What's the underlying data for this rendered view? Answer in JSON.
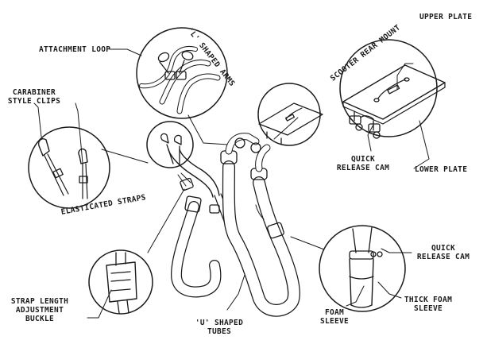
{
  "labels": {
    "attachment_loop": "ATTACHMENT LOOP",
    "l_shaped_arms": "'L' SHAPED ARMS",
    "scooter_rear_mount": "SCOOTER REAR MOUNT",
    "upper_plate": "UPPER PLATE",
    "carabiner_line1": "CARABINER",
    "carabiner_line2": "STYLE CLIPS",
    "elasticated_straps": "ELASTICATED STRAPS",
    "quick_release_cam_top_line1": "QUICK",
    "quick_release_cam_top_line2": "RELEASE CAM",
    "lower_plate": "LOWER PLATE",
    "quick_release_cam_side_line1": "QUICK",
    "quick_release_cam_side_line2": "RELEASE CAM",
    "strap_buckle_line1": "STRAP LENGTH",
    "strap_buckle_line2": "ADJUSTMENT",
    "strap_buckle_line3": "BUCKLE",
    "u_tubes_line1": "'U' SHAPED",
    "u_tubes_line2": "TUBES",
    "foam_sleeve_line1": "FOAM",
    "foam_sleeve_line2": "SLEEVE",
    "thick_foam_line1": "THICK FOAM",
    "thick_foam_line2": "SLEEVE"
  }
}
